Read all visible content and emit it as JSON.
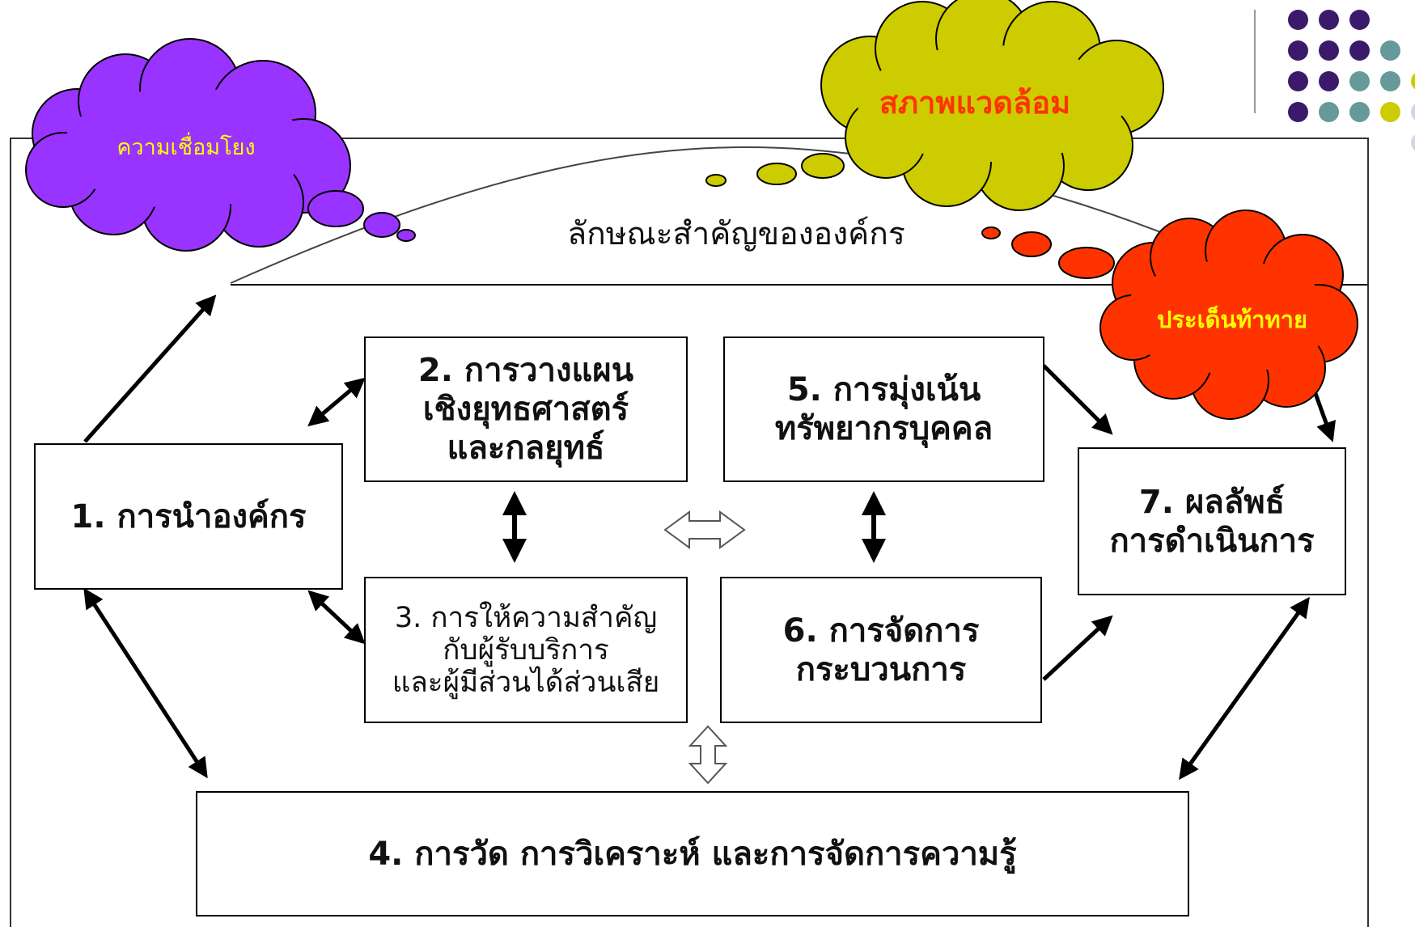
{
  "header": {
    "label": "ลักษณะสำคัญขององค์กร"
  },
  "clouds": {
    "connection": {
      "label": "ความเชื่อมโยง",
      "color": "#9933ff",
      "text_color": "#ffff00"
    },
    "environment": {
      "label": "สภาพแวดล้อม",
      "color": "#cccc00",
      "text_color": "#ff3300"
    },
    "challenge": {
      "label": "ประเด็นท้าทาย",
      "color": "#ff3300",
      "text_color": "#ffff00"
    }
  },
  "boxes": {
    "leadership": {
      "label": "1. การนำองค์กร"
    },
    "strategy": {
      "label": "2. การวางแผน\nเชิงยุทธศาสตร์\nและกลยุทธ์"
    },
    "customer": {
      "label": "3. การให้ความสำคัญ\nกับผู้รับบริการ\nและผู้มีส่วนได้ส่วนเสีย"
    },
    "measurement": {
      "label": "4. การวัด การวิเคราะห์ และการจัดการความรู้"
    },
    "workforce": {
      "label": "5. การมุ่งเน้น\nทรัพยากรบุคคล"
    },
    "process": {
      "label": "6. การจัดการ\nกระบวนการ"
    },
    "results": {
      "label": "7. ผลลัพธ์\nการดำเนินการ"
    }
  },
  "colors": {
    "dark_purple": "#3b1a6b",
    "teal": "#669999",
    "olive": "#cccc00",
    "light_lavender": "#d6d3e8"
  }
}
